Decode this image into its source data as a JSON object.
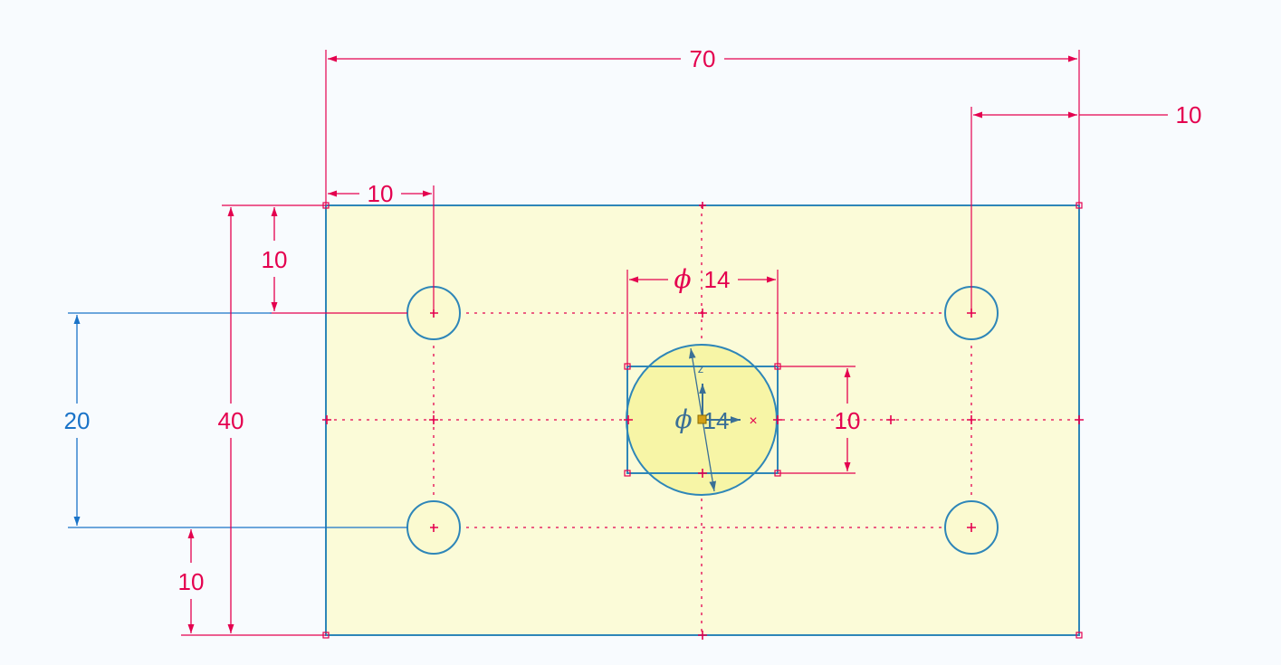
{
  "colors": {
    "background": "#f8fbfe",
    "plate_fill": "#fbfbd8",
    "hole_fill": "#fbfad0",
    "boss_fill": "#f7f5a6",
    "outline": "#2e86b8",
    "dimension": "#e4004f",
    "driven_dimension": "#1a73c8",
    "axis_triad": "#3a6f96",
    "origin_point": "#d4a017"
  },
  "dimensions": {
    "overall_width": "70",
    "right_hole_offset": "10",
    "left_hole_offset": "10",
    "top_hole_offset": "10",
    "hole_spacing": "20",
    "overall_height": "40",
    "bottom_hole_offset": "10",
    "boss_diameter_symbol": "ϕ",
    "boss_diameter_top": "14",
    "boss_diameter_center": "14",
    "boss_box_height": "10"
  },
  "triad": {
    "z_label": "z",
    "x_label": "×"
  },
  "icons": {
    "diameter": "diameter-icon",
    "origin": "origin-icon"
  }
}
